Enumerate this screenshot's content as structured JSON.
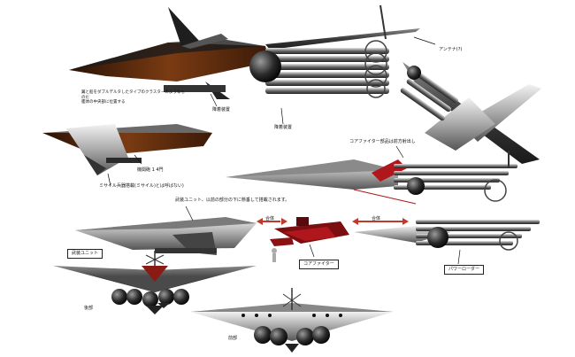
{
  "labels": {
    "antenna": "アンテナ(?)",
    "note_line1": "翼と船をダブルデルタしたタイプのクラスターのようなものだ",
    "note_line2": "艦体の中央部に位置する",
    "landing_gear_1": "降着装置",
    "landing_gear_2": "降着装置",
    "missile_pod": "機関砲 1 4門",
    "missile_caption": "ミサイル兵器搭載(ミサイル)とは呼ばない)",
    "core_fighter_detach": "コアファイター部品は前方射出し",
    "weapon_unit_note": "武装ユニット、以前の部分の下に懸垂して搭載されます。",
    "weapon_unit": "武装ユニット",
    "core_fighter": "コアファイター",
    "power_loader": "パワーローダー",
    "merge_left": "合体",
    "merge_right": "合体",
    "rear_view": "後部",
    "front_view": "前部"
  },
  "colors": {
    "hull_dark": "#2b2b2b",
    "hull_mid": "#6e6e6e",
    "hull_light": "#cfcfcf",
    "panel_brown": "#5a2e12",
    "panel_rust": "#8a4a1c",
    "accent_red": "#b0171c",
    "arrow_red": "#c0392b"
  }
}
